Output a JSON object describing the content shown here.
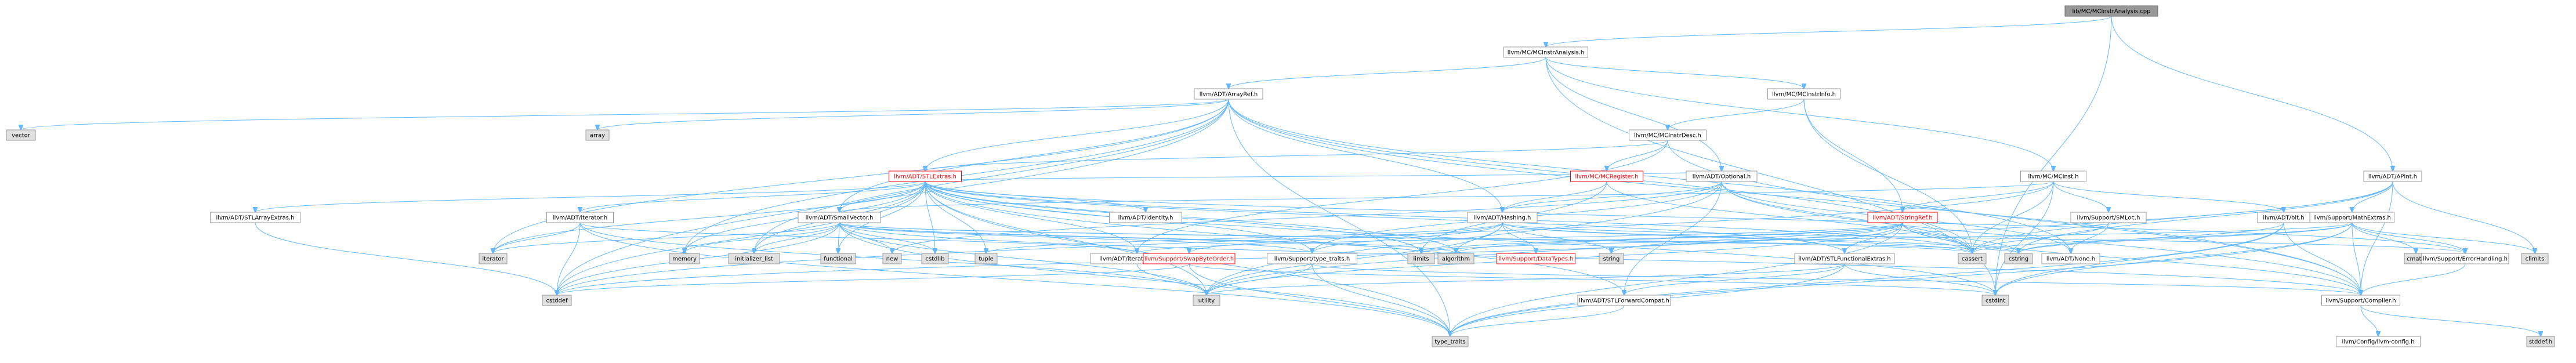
{
  "nodes": {
    "root": "lib/MC/MCInstrAnalysis.cpp",
    "mcinstranalysis_h": "llvm/MC/MCInstrAnalysis.h",
    "arrayref_h": "llvm/ADT/ArrayRef.h",
    "mcinstrinfo_h": "llvm/MC/MCInstrInfo.h",
    "mcinstrdesc_h": "llvm/MC/MCInstrDesc.h",
    "mcinst_h": "llvm/MC/MCInst.h",
    "apint_h": "llvm/ADT/APInt.h",
    "vector": "vector",
    "array": "array",
    "stlextras_h": "llvm/ADT/STLExtras.h",
    "mcregister_h": "llvm/MC/MCRegister.h",
    "optional_h": "llvm/ADT/Optional.h",
    "stringref_h": "llvm/ADT/StringRef.h",
    "mathextras_h": "llvm/Support/MathExtras.h",
    "stlarrayextras_h": "llvm/ADT/STLArrayExtras.h",
    "iterator_h": "llvm/ADT/iterator.h",
    "smallvector_h": "llvm/ADT/SmallVector.h",
    "identity_h": "llvm/ADT/identity.h",
    "hashing_h": "llvm/ADT/Hashing.h",
    "smloc_h": "llvm/Support/SMLoc.h",
    "bit_h": "llvm/ADT/bit.h",
    "iterator": "iterator",
    "memory": "memory",
    "initializer_list": "initializer_list",
    "functional": "functional",
    "new": "new",
    "cstdlib": "cstdlib",
    "iterator_range_h": "llvm/ADT/iterator_range.h",
    "tuple": "tuple",
    "limits": "limits",
    "algorithm": "algorithm",
    "swapbyteorder_h": "llvm/Support/SwapByteOrder.h",
    "type_traits_h": "llvm/Support/type_traits.h",
    "datatypes_h": "llvm/Support/DataTypes.h",
    "string": "string",
    "stlfunctionalextras_h": "llvm/ADT/STLFunctionalExtras.h",
    "cassert": "cassert",
    "cstring": "cstring",
    "none_h": "llvm/ADT/None.h",
    "cmath": "cmath",
    "errorhandling_h": "llvm/Support/ErrorHandling.h",
    "climits": "climits",
    "cstddef": "cstddef",
    "utility": "utility",
    "stlforwardcompat_h": "llvm/ADT/STLForwardCompat.h",
    "cstdint": "cstdint",
    "compiler_h": "llvm/Support/Compiler.h",
    "type_traits": "type_traits",
    "llvm_config_h": "llvm/Config/llvm-config.h",
    "stddef_h": "stddef.h"
  },
  "colors": {
    "edge": "#63b8ff",
    "focus_fill": "#999999",
    "system_fill": "#e0e0e0",
    "incomplete_border": "#ff0000",
    "node_border": "#999999"
  }
}
